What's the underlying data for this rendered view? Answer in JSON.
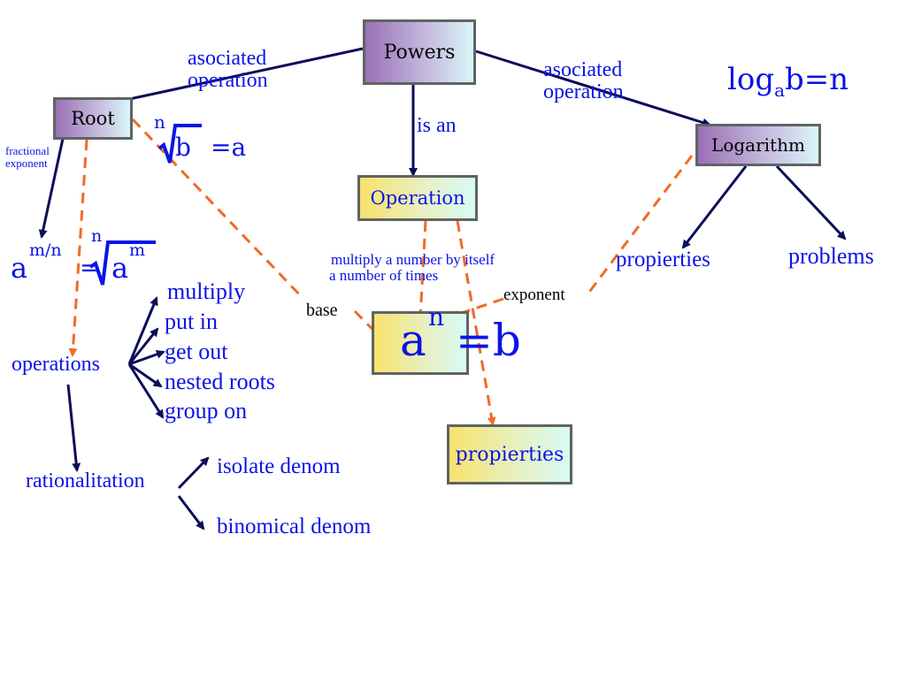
{
  "nodes": {
    "powers": "Powers",
    "root": "Root",
    "operation": "Operation",
    "logarithm": "Logarithm",
    "main_formula": {
      "base": "a",
      "exponent": "n",
      "rest": "=b"
    },
    "propierties_box": "propierties"
  },
  "edge_labels": {
    "powers_root": [
      "asociated",
      "operation"
    ],
    "powers_log": [
      "asociated",
      "operation"
    ],
    "powers_operation": "is an",
    "root_fraction": [
      "fractional",
      "exponent"
    ],
    "operation_def": [
      "multiply a number by itself",
      "a number of times"
    ],
    "base": "base",
    "exponent": "exponent"
  },
  "formulas": {
    "root_def": {
      "index": "n",
      "radicand": "b",
      "rest": "=a"
    },
    "fractional": {
      "base": "a",
      "exp": "m/n",
      "eq": "=",
      "index": "n",
      "radicand": "a",
      "radicand_exp": "m"
    },
    "log_def": {
      "log": "log",
      "sub": "a",
      "rest": "b=n"
    }
  },
  "root_branch": {
    "operations_label": "operations",
    "operations": [
      "multiply",
      "put in",
      "get out",
      "nested roots",
      "group on"
    ],
    "rationalization_label": "rationalitation",
    "rationalization": [
      "isolate denom",
      "binomical denom"
    ]
  },
  "log_branch": {
    "children": [
      "propierties",
      "problems"
    ]
  },
  "colors": {
    "solid_edge": "#0b0d5a",
    "dashed_edge": "#f26a26",
    "text_blue": "#0a14e6",
    "box_border": "#5f6462"
  }
}
